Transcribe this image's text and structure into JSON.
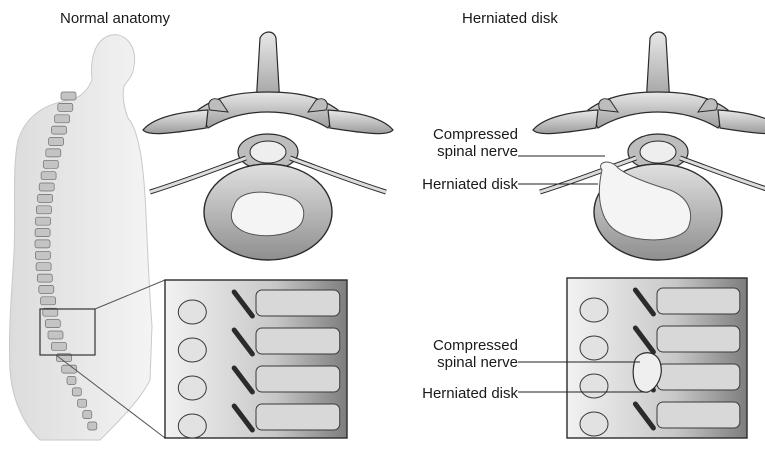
{
  "headings": {
    "normal": "Normal anatomy",
    "herniated": "Herniated disk"
  },
  "labels": {
    "top_compressed": "Compressed\nspinal nerve",
    "top_herniated": "Herniated disk",
    "bottom_compressed": "Compressed\nspinal nerve",
    "bottom_herniated": "Herniated disk"
  },
  "colors": {
    "bone": "#d6d6d6",
    "bone_shade": "#9a9a9a",
    "outline": "#2b2b2b",
    "disk_core": "#f4f4f4",
    "body_silhouette": "#e9e9e9"
  }
}
